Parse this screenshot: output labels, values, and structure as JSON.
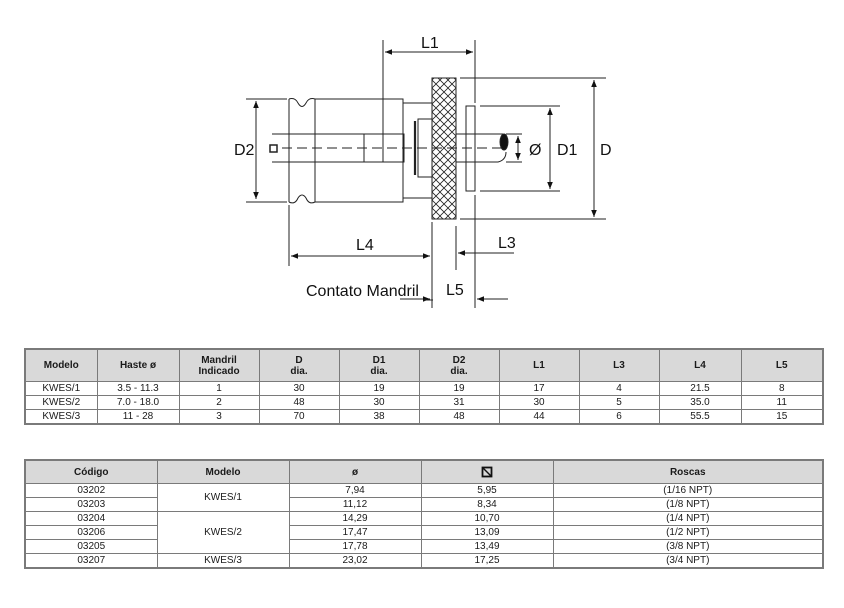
{
  "drawing": {
    "labels": {
      "L1": "L1",
      "D2": "D2",
      "phi": "Ø",
      "D1": "D1",
      "D": "D",
      "L4": "L4",
      "L3": "L3",
      "L5": "L5",
      "contato": "Contato Mandril"
    }
  },
  "spec_table": {
    "headers": [
      {
        "line1": "Modelo",
        "line2": ""
      },
      {
        "line1": "Haste ø",
        "line2": ""
      },
      {
        "line1": "Mandril",
        "line2": "Indicado"
      },
      {
        "line1": "D",
        "line2": "dia."
      },
      {
        "line1": "D1",
        "line2": "dia."
      },
      {
        "line1": "D2",
        "line2": "dia."
      },
      {
        "line1": "L1",
        "line2": ""
      },
      {
        "line1": "L3",
        "line2": ""
      },
      {
        "line1": "L4",
        "line2": ""
      },
      {
        "line1": "L5",
        "line2": ""
      }
    ],
    "rows": [
      [
        "KWES/1",
        "3.5 - 11.3",
        "1",
        "30",
        "19",
        "19",
        "17",
        "4",
        "21.5",
        "8"
      ],
      [
        "KWES/2",
        "7.0 - 18.0",
        "2",
        "48",
        "30",
        "31",
        "30",
        "5",
        "35.0",
        "11"
      ],
      [
        "KWES/3",
        "11 - 28",
        "3",
        "70",
        "38",
        "48",
        "44",
        "6",
        "55.5",
        "15"
      ]
    ]
  },
  "code_table": {
    "headers": [
      "Código",
      "Modelo",
      "ø",
      "square-drive-icon",
      "Roscas"
    ],
    "rows": [
      {
        "codigo": "03202",
        "modelo": "KWES/1",
        "span": 2,
        "diam": "7,94",
        "quadrado": "5,95",
        "rosca": "(1/16 NPT)"
      },
      {
        "codigo": "03203",
        "modelo": "",
        "span": 0,
        "diam": "11,12",
        "quadrado": "8,34",
        "rosca": "(1/8 NPT)"
      },
      {
        "codigo": "03204",
        "modelo": "KWES/2",
        "span": 3,
        "diam": "14,29",
        "quadrado": "10,70",
        "rosca": "(1/4 NPT)"
      },
      {
        "codigo": "03206",
        "modelo": "",
        "span": 0,
        "diam": "17,47",
        "quadrado": "13,09",
        "rosca": "(1/2 NPT)"
      },
      {
        "codigo": "03205",
        "modelo": "",
        "span": 0,
        "diam": "17,78",
        "quadrado": "13,49",
        "rosca": "(3/8 NPT)"
      },
      {
        "codigo": "03207",
        "modelo": "KWES/3",
        "span": 1,
        "diam": "23,02",
        "quadrado": "17,25",
        "rosca": "(3/4 NPT)"
      }
    ]
  }
}
